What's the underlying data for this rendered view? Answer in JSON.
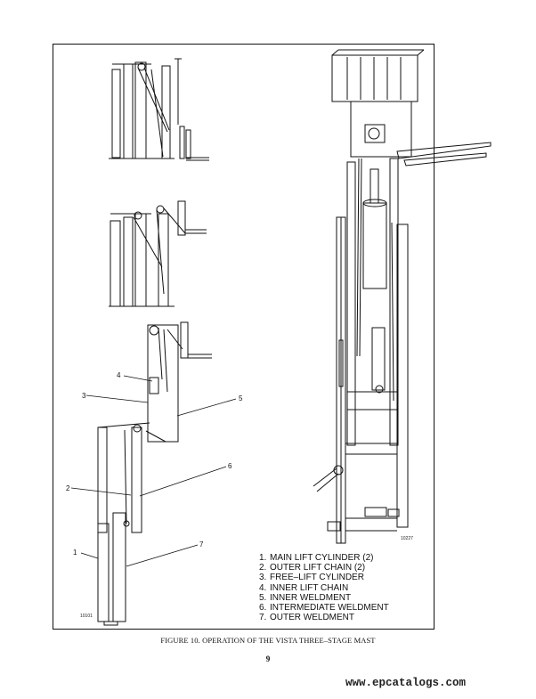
{
  "figure": {
    "caption": "FIGURE 10. OPERATION OF THE VISTA THREE–STAGE MAST",
    "page_number": "9",
    "drawing_code_left": "10101",
    "drawing_code_right": "10227",
    "callouts": [
      "1",
      "2",
      "3",
      "4",
      "5",
      "6",
      "7"
    ],
    "legend": [
      {
        "num": "1.",
        "text": "MAIN LIFT CYLINDER (2)"
      },
      {
        "num": "2.",
        "text": "OUTER LIFT CHAIN (2)"
      },
      {
        "num": "3.",
        "text": "FREE–LIFT CYLINDER"
      },
      {
        "num": "4.",
        "text": "INNER LIFT CHAIN"
      },
      {
        "num": "5.",
        "text": "INNER WELDMENT"
      },
      {
        "num": "6.",
        "text": "INTERMEDIATE WELDMENT"
      },
      {
        "num": "7.",
        "text": "OUTER WELDMENT"
      }
    ]
  },
  "watermark": "www.epcatalogs.com",
  "colors": {
    "ink": "#111111",
    "paper": "#ffffff"
  }
}
